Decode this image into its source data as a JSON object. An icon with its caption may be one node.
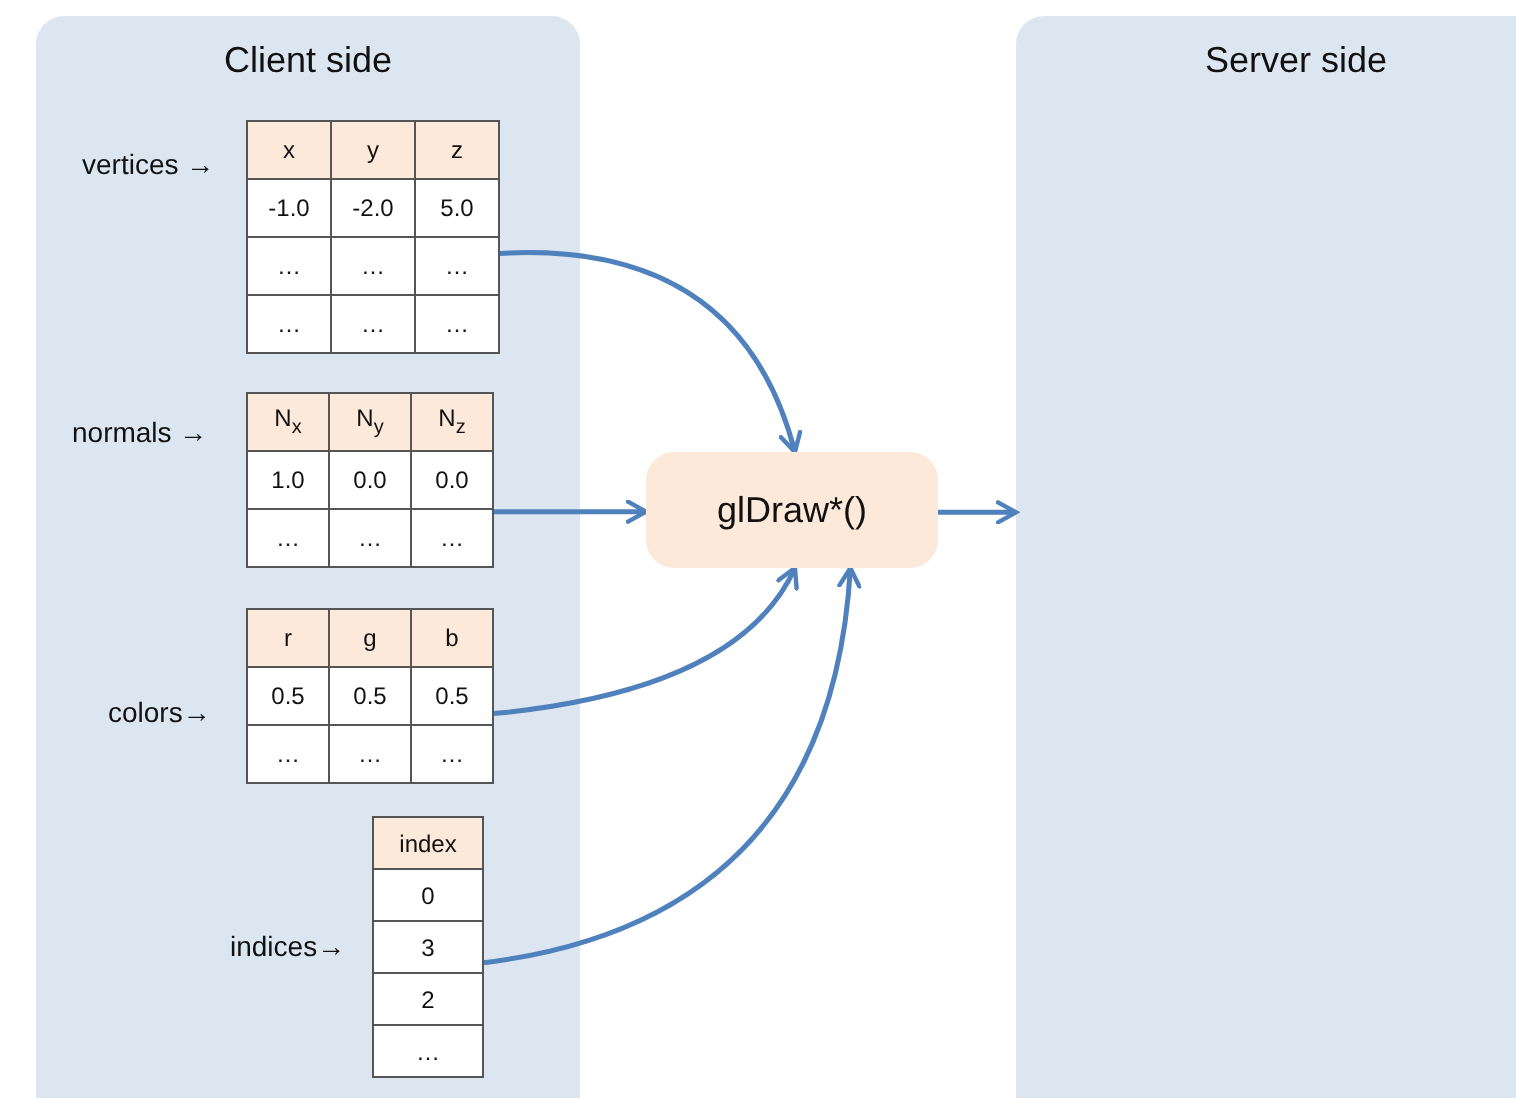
{
  "diagram": {
    "nodes": [
      {
        "text": [
          "Client side"
        ]
      },
      {
        "text": [
          "x",
          "y",
          "z",
          "-1.0",
          "-2.0",
          "5.0",
          "…",
          "…",
          "…",
          "…",
          "…",
          "…"
        ],
        "in": 0
      },
      {
        "text": [
          "N$_{x}$",
          "N$_{y}$",
          "N$_{z}$",
          "1.0",
          "0.0",
          "0.0",
          "…",
          "…",
          "…"
        ],
        "in": 0
      },
      {
        "text": [
          "r",
          "g",
          "b",
          "0.5",
          "0.5",
          "0.5",
          "…",
          "…",
          "…"
        ],
        "in": 0
      },
      {
        "text": [
          "index",
          "0",
          "3",
          "2",
          "…"
        ],
        "in": 0
      },
      {
        "text": [
          "glDraw*()"
        ]
      },
      {
        "text": [
          "Server side"
        ]
      }
    ],
    "edges": [
      {
        "from": 1,
        "to": 5,
        "arrow": "to"
      },
      {
        "from": 2,
        "to": 5,
        "arrow": "to"
      },
      {
        "from": 3,
        "to": 5,
        "arrow": "to"
      },
      {
        "from": 4,
        "to": 5,
        "arrow": "to"
      },
      {
        "from": 5,
        "to": 6,
        "arrow": "to"
      }
    ],
    "labels": [
      "vertices →",
      "normals →",
      "colors→",
      "indices→"
    ]
  }
}
